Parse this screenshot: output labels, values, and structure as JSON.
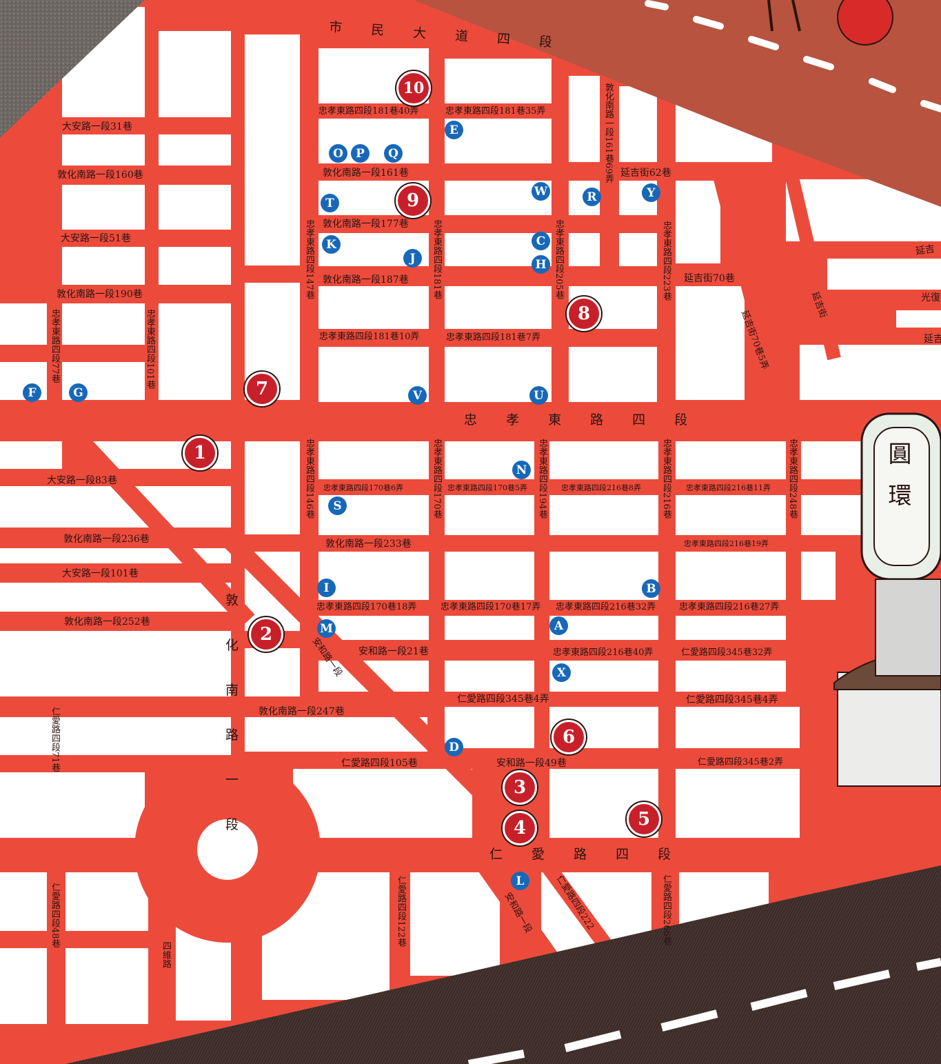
{
  "colors": {
    "road": "#ec4b3c",
    "block": "#ffffff",
    "asphalt": "#3a2a27",
    "roof": "#b8533f",
    "red_marker": "#c8202a",
    "blue_marker": "#1768b8",
    "label": "#2a1410"
  },
  "main_roads": {
    "shimin": "市 民 大 道 四 段",
    "zhongxiao": "忠 孝 東 路 四 段",
    "renai": "仁 愛 路 四 段",
    "dunhua": "敦 化 南 路 一 段"
  },
  "labels": {
    "l01": "大安路一段31巷",
    "l02": "敦化南路一段160巷",
    "l03": "大安路一段51巷",
    "l04": "敦化南路一段190巷",
    "l05": "忠孝東路四段181巷40弄",
    "l06": "忠孝東路四段181巷35弄",
    "l07": "敦化南路一段161巷",
    "l08": "敦化南路一段177巷",
    "l09": "敦化南路一段187巷",
    "l10": "忠孝東路四段181巷10弄",
    "l11": "忠孝東路四段181巷7弄",
    "l12": "延吉街62巷",
    "l13": "延吉街70巷",
    "l14": "大安路一段83巷",
    "l15": "敦化南路一段236巷",
    "l16": "大安路一段101巷",
    "l17": "敦化南路一段252巷",
    "l18": "敦化南路一段247巷",
    "l19": "仁愛路四段105巷",
    "l20": "安和路一段21巷",
    "l21": "安和路一段49巷",
    "l22": "仁愛路四段345巷4弄",
    "l23": "仁愛路四段345巷4弄",
    "l24": "仁愛路四段345巷2弄",
    "l25": "仁愛路四段345巷32弄",
    "l26": "忠孝東路四段216巷40弄",
    "l27": "敦化南路一段233巷",
    "s01": "忠孝東路四段170巷6弄",
    "s02": "忠孝東路四段170巷5弄",
    "s03": "忠孝東路四段216巷8弄",
    "s04": "忠孝東路四段216巷11弄",
    "s05": "忠孝東路四段216巷19弄",
    "s06": "忠孝東路四段170巷18弄",
    "s07": "忠孝東路四段170巷17弄",
    "s08": "忠孝東路四段216巷32弄",
    "s09": "忠孝東路四段216巷27弄",
    "v01": "忠孝東路四段77巷",
    "v02": "忠孝東路四段101巷",
    "v03": "忠孝東路四段147巷",
    "v04": "忠孝東路四段181巷",
    "v05": "忠孝東路四段205巷",
    "v06": "敦化南路一段161巷69弄",
    "v07": "忠孝東路四段223巷",
    "v08": "忠孝東路四段146巷",
    "v09": "忠孝東路四段170巷",
    "v10": "忠孝東路四段194巷",
    "v11": "忠孝東路四段216巷",
    "v12": "忠孝東路四段248巷",
    "v13": "仁愛路四段71巷",
    "v14": "仁愛路四段48巷",
    "v15": "四維路",
    "v16": "仁愛路四段122巷",
    "v17": "仁愛路四段266巷",
    "r01": "安和路一段",
    "r02": "安和路一段",
    "r03": "仁愛路四段222",
    "r04": "延吉街70巷5弄",
    "r05": "延吉街",
    "c01": "延吉",
    "c02": "光復",
    "c03": "延吉"
  },
  "red_markers": [
    "1",
    "2",
    "3",
    "4",
    "5",
    "6",
    "7",
    "8",
    "9",
    "10"
  ],
  "blue_markers": [
    "A",
    "B",
    "C",
    "D",
    "E",
    "F",
    "G",
    "H",
    "I",
    "J",
    "K",
    "L",
    "M",
    "N",
    "O",
    "P",
    "Q",
    "R",
    "S",
    "T",
    "U",
    "V",
    "W",
    "X",
    "Y"
  ],
  "sign_text": "圓 環"
}
